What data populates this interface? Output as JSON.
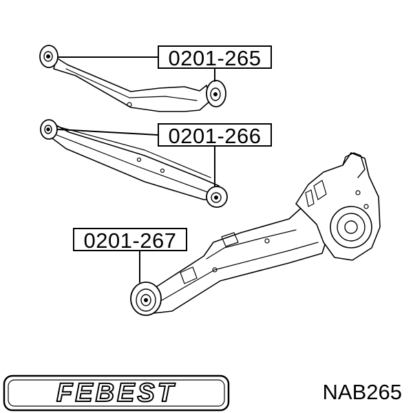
{
  "callouts": [
    {
      "label": "0201-265"
    },
    {
      "label": "0201-266"
    },
    {
      "label": "0201-267"
    }
  ],
  "brand": {
    "logo_text": "FEBEST"
  },
  "part_number": "NAB265",
  "colors": {
    "line": "#000000",
    "background": "#ffffff"
  }
}
